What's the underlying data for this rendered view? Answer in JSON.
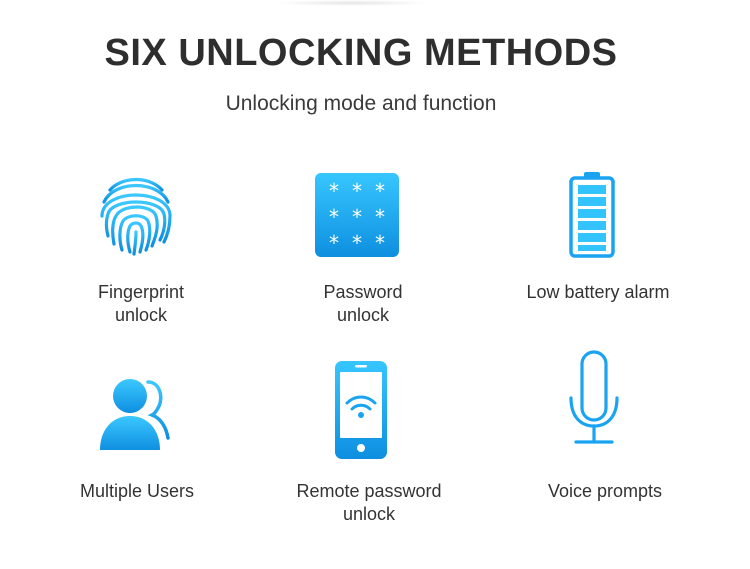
{
  "header": {
    "title": "SIX UNLOCKING METHODS",
    "subtitle": "Unlocking mode and function"
  },
  "colors": {
    "accent": "#1aa3f0",
    "accent_light": "#33c4ff",
    "text": "#333333"
  },
  "methods": [
    {
      "label": "Fingerprint\nunlock",
      "icon": "fingerprint-icon"
    },
    {
      "label": "Password\nunlock",
      "icon": "keypad-icon"
    },
    {
      "label": "Low battery alarm",
      "icon": "battery-icon"
    },
    {
      "label": "Multiple Users",
      "icon": "users-icon"
    },
    {
      "label": "Remote password\nunlock",
      "icon": "smartphone-wifi-icon"
    },
    {
      "label": "Voice prompts",
      "icon": "microphone-icon"
    }
  ]
}
